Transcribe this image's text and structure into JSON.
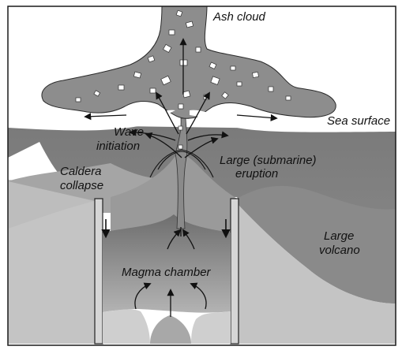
{
  "labels": {
    "ash_cloud": "Ash cloud",
    "sea_surface": "Sea surface",
    "wave_initiation_1": "Wave",
    "wave_initiation_2": "initiation",
    "large_eruption_1": "Large (submarine)",
    "large_eruption_2": "eruption",
    "caldera_collapse_1": "Caldera",
    "caldera_collapse_2": "collapse",
    "large_volcano_1": "Large",
    "large_volcano_2": "volcano",
    "magma_chamber": "Magma chamber"
  },
  "colors": {
    "outer_frame": "#1a1a1a",
    "sky": "#ffffff",
    "ash_cloud": "#8a8a8a",
    "sea": "#7d7d7d",
    "volcano_flank": "#a9a9a9",
    "magma_chamber": "#8f8f8f",
    "ground_light": "#c9c9c9",
    "arrow": "#111111"
  }
}
